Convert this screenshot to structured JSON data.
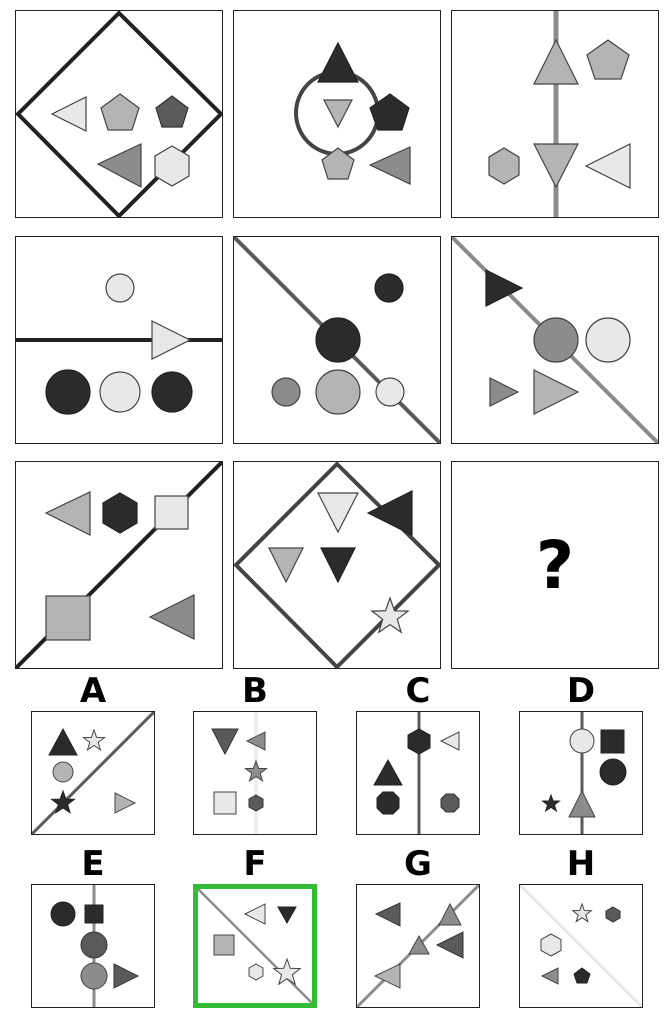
{
  "puzzle": {
    "missing_mark": "?",
    "cells": [
      {
        "line": "diamond, dark",
        "shapes": [
          "light-gray triangle pointing left",
          "gray pentagon",
          "dark-gray pentagon",
          "gray triangle pointing left",
          "light-gray hexagon"
        ]
      },
      {
        "line": "circle, dark-gray",
        "shapes": [
          "black triangle pointing up",
          "gray triangle pointing down",
          "black pentagon",
          "gray pentagon",
          "gray triangle pointing left"
        ]
      },
      {
        "line": "vertical line, gray",
        "shapes": [
          "gray triangle pointing up",
          "gray pentagon",
          "gray hexagon",
          "gray triangle pointing down",
          "light-gray triangle pointing left"
        ]
      },
      {
        "line": "horizontal line, black",
        "shapes": [
          "light-gray circle",
          "light-gray triangle pointing right",
          "black circle",
          "light-gray circle",
          "black circle"
        ]
      },
      {
        "line": "diagonal line, dark-gray",
        "shapes": [
          "black circle",
          "black circle",
          "dark-gray circle",
          "gray circle",
          "light-gray circle"
        ]
      },
      {
        "line": "diagonal line, gray",
        "shapes": [
          "black triangle pointing right",
          "dark-gray circle",
          "light-gray circle",
          "dark-gray triangle pointing right",
          "gray triangle pointing right"
        ]
      },
      {
        "line": "diagonal line, black",
        "shapes": [
          "gray triangle pointing left",
          "black hexagon",
          "light-gray square",
          "gray square",
          "dark-gray triangle pointing left"
        ]
      },
      {
        "line": "diamond, dark-gray",
        "shapes": [
          "light-gray triangle pointing down",
          "black triangle pointing left",
          "gray triangle pointing down",
          "black triangle pointing down",
          "light-gray star"
        ]
      },
      {
        "line": "",
        "shapes": [],
        "missing": true
      }
    ]
  },
  "options": [
    {
      "label": "A",
      "selected": false
    },
    {
      "label": "B",
      "selected": false
    },
    {
      "label": "C",
      "selected": false
    },
    {
      "label": "D",
      "selected": false
    },
    {
      "label": "E",
      "selected": false
    },
    {
      "label": "F",
      "selected": true
    },
    {
      "label": "G",
      "selected": false
    },
    {
      "label": "H",
      "selected": false
    }
  ],
  "colors": {
    "black": "#2b2b2b",
    "dark_gray": "#5a5a5a",
    "gray": "#8c8c8c",
    "mid_gray": "#b4b4b4",
    "light_gray": "#e8e8e8",
    "selection_border": "#33bb33"
  }
}
